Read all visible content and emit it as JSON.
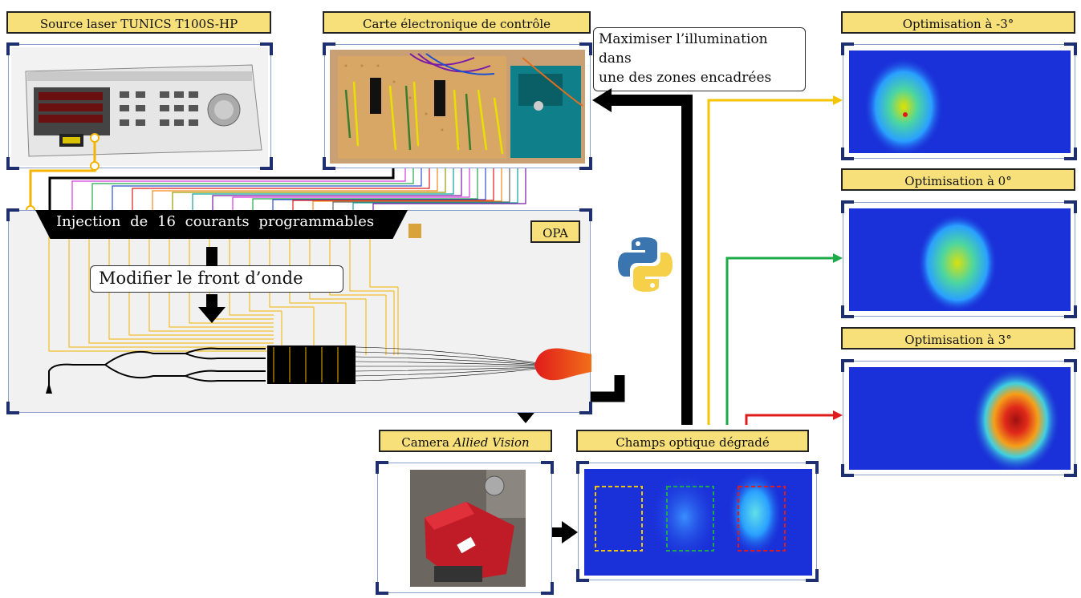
{
  "labels": {
    "laser": "Source laser TUNICS T100S-HP",
    "board": "Carte électronique de contrôle",
    "opt_m3": "Optimisation à -3°",
    "opt_0": "Optimisation à 0°",
    "opt_p3": "Optimisation à 3°",
    "camera_prefix": "Camera ",
    "camera_brand": "Allied Vision",
    "degraded": "Champs optique dégradé",
    "opa": "OPA"
  },
  "boxes": {
    "maximize": [
      "Maximiser l’illumination",
      "dans",
      "une des zones encadrées"
    ],
    "injection": "Injection de 16 courants programmables",
    "wavefront": "Modifier le front d’onde"
  },
  "colors": {
    "label_fill": "#f7e07a",
    "corner": "#1d2f6e",
    "fiber": "#f4b400",
    "green": "#1faa4a",
    "red": "#e01b1b",
    "python_blue": "#3a75b0",
    "python_yellow": "#f7d04a"
  },
  "icons": [
    "python-logo-icon"
  ]
}
